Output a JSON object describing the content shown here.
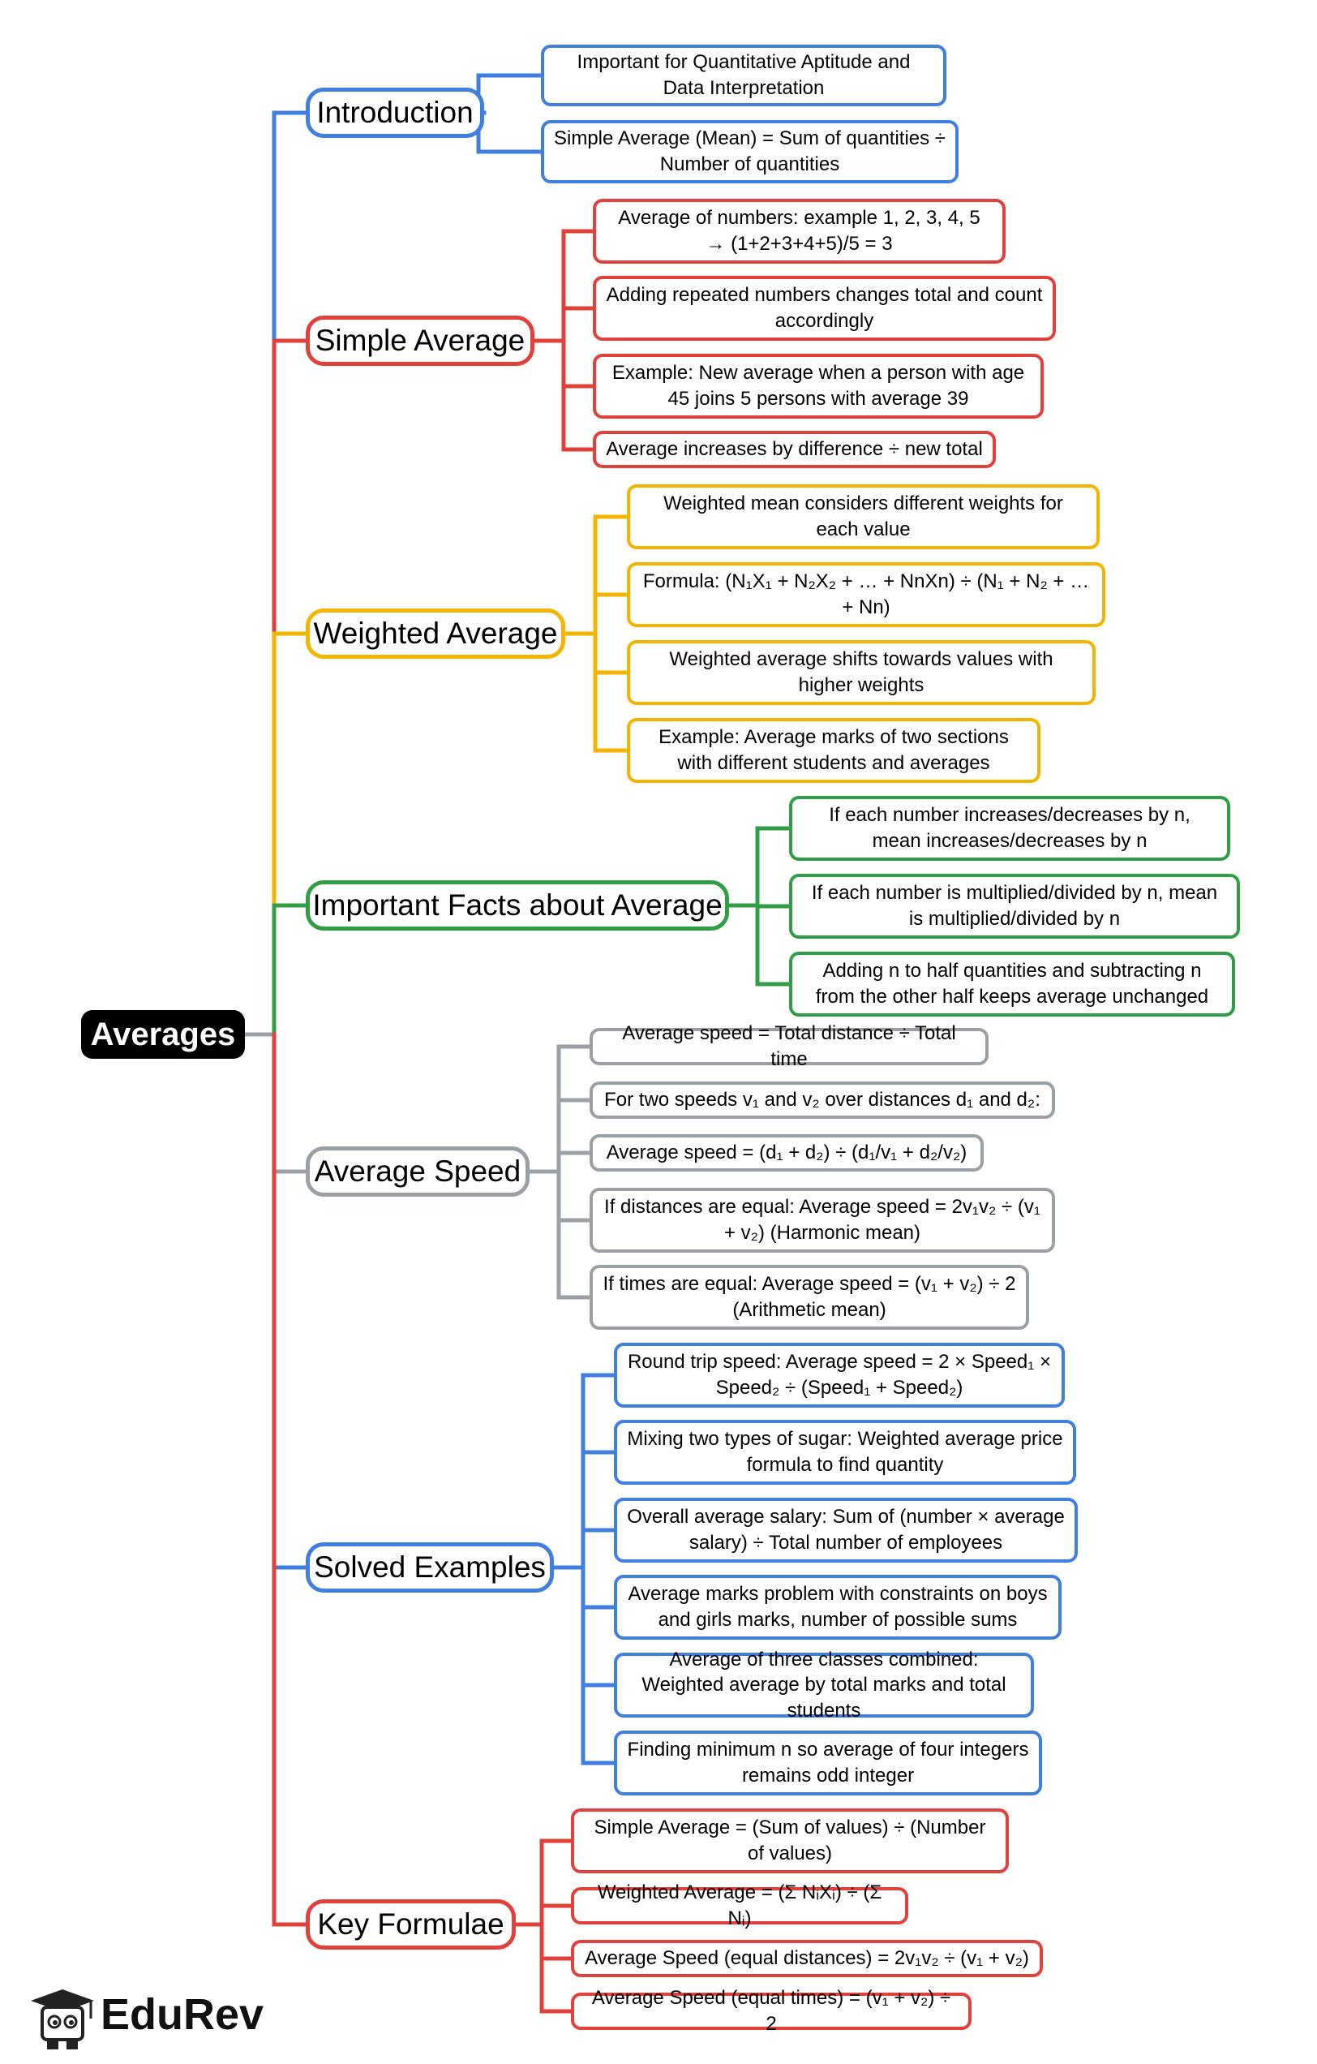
{
  "root": {
    "label": "Averages"
  },
  "colors": {
    "blue": "#3f7fe0",
    "red": "#e2403a",
    "yellow": "#f4b400",
    "green": "#2f9e44",
    "gray": "#9aa0a6"
  },
  "branches": [
    {
      "label": "Introduction",
      "color": "#3f7fe0",
      "items": [
        "Important for Quantitative Aptitude and Data Interpretation",
        "Simple Average (Mean) = Sum of quantities ÷ Number of quantities"
      ]
    },
    {
      "label": "Simple Average",
      "color": "#e2403a",
      "items": [
        "Average of numbers: example 1, 2, 3, 4, 5 → (1+2+3+4+5)/5 = 3",
        "Adding repeated numbers changes total and count accordingly",
        "Example: New average when a person with age 45 joins 5 persons with average 39",
        "Average increases by difference ÷ new total"
      ]
    },
    {
      "label": "Weighted Average",
      "color": "#f4b400",
      "items": [
        "Weighted mean considers different weights for each value",
        "Formula: (N₁X₁ + N₂X₂ + … + NnXn) ÷ (N₁ + N₂ + … + Nn)",
        "Weighted average shifts towards values with higher weights",
        "Example: Average marks of two sections with different students and averages"
      ]
    },
    {
      "label": "Important Facts about Average",
      "color": "#2f9e44",
      "items": [
        "If each number increases/decreases by n, mean increases/decreases by n",
        "If each number is multiplied/divided by n, mean is multiplied/divided by n",
        "Adding n to half quantities and subtracting n from the other half keeps average unchanged"
      ]
    },
    {
      "label": "Average Speed",
      "color": "#9aa0a6",
      "items": [
        "Average speed = Total distance ÷ Total time",
        "For two speeds v₁ and v₂ over distances d₁ and d₂:",
        "Average speed = (d₁ + d₂) ÷ (d₁/v₁ + d₂/v₂)",
        "If distances are equal: Average speed = 2v₁v₂ ÷ (v₁ + v₂) (Harmonic mean)",
        "If times are equal: Average speed = (v₁ + v₂) ÷ 2 (Arithmetic mean)"
      ]
    },
    {
      "label": "Solved Examples",
      "color": "#3f7fe0",
      "items": [
        "Round trip speed: Average speed = 2 × Speed₁ × Speed₂ ÷ (Speed₁ + Speed₂)",
        "Mixing two types of sugar: Weighted average price formula to find quantity",
        "Overall average salary: Sum of (number × average salary) ÷ Total number of employees",
        "Average marks problem with constraints on boys and girls marks, number of possible sums",
        "Average of three classes combined: Weighted average by total marks and total students",
        "Finding minimum n so average of four integers remains odd integer"
      ]
    },
    {
      "label": "Key Formulae",
      "color": "#e2403a",
      "items": [
        "Simple Average = (Sum of values) ÷ (Number of values)",
        "Weighted Average = (Σ NᵢXᵢ) ÷ (Σ Nᵢ)",
        "Average Speed (equal distances) = 2v₁v₂ ÷ (v₁ + v₂)",
        "Average Speed (equal times) = (v₁ + v₂) ÷ 2"
      ]
    }
  ],
  "brand": {
    "name": "EduRev",
    "logo_icon": "graduation-cap-mascot-icon"
  }
}
